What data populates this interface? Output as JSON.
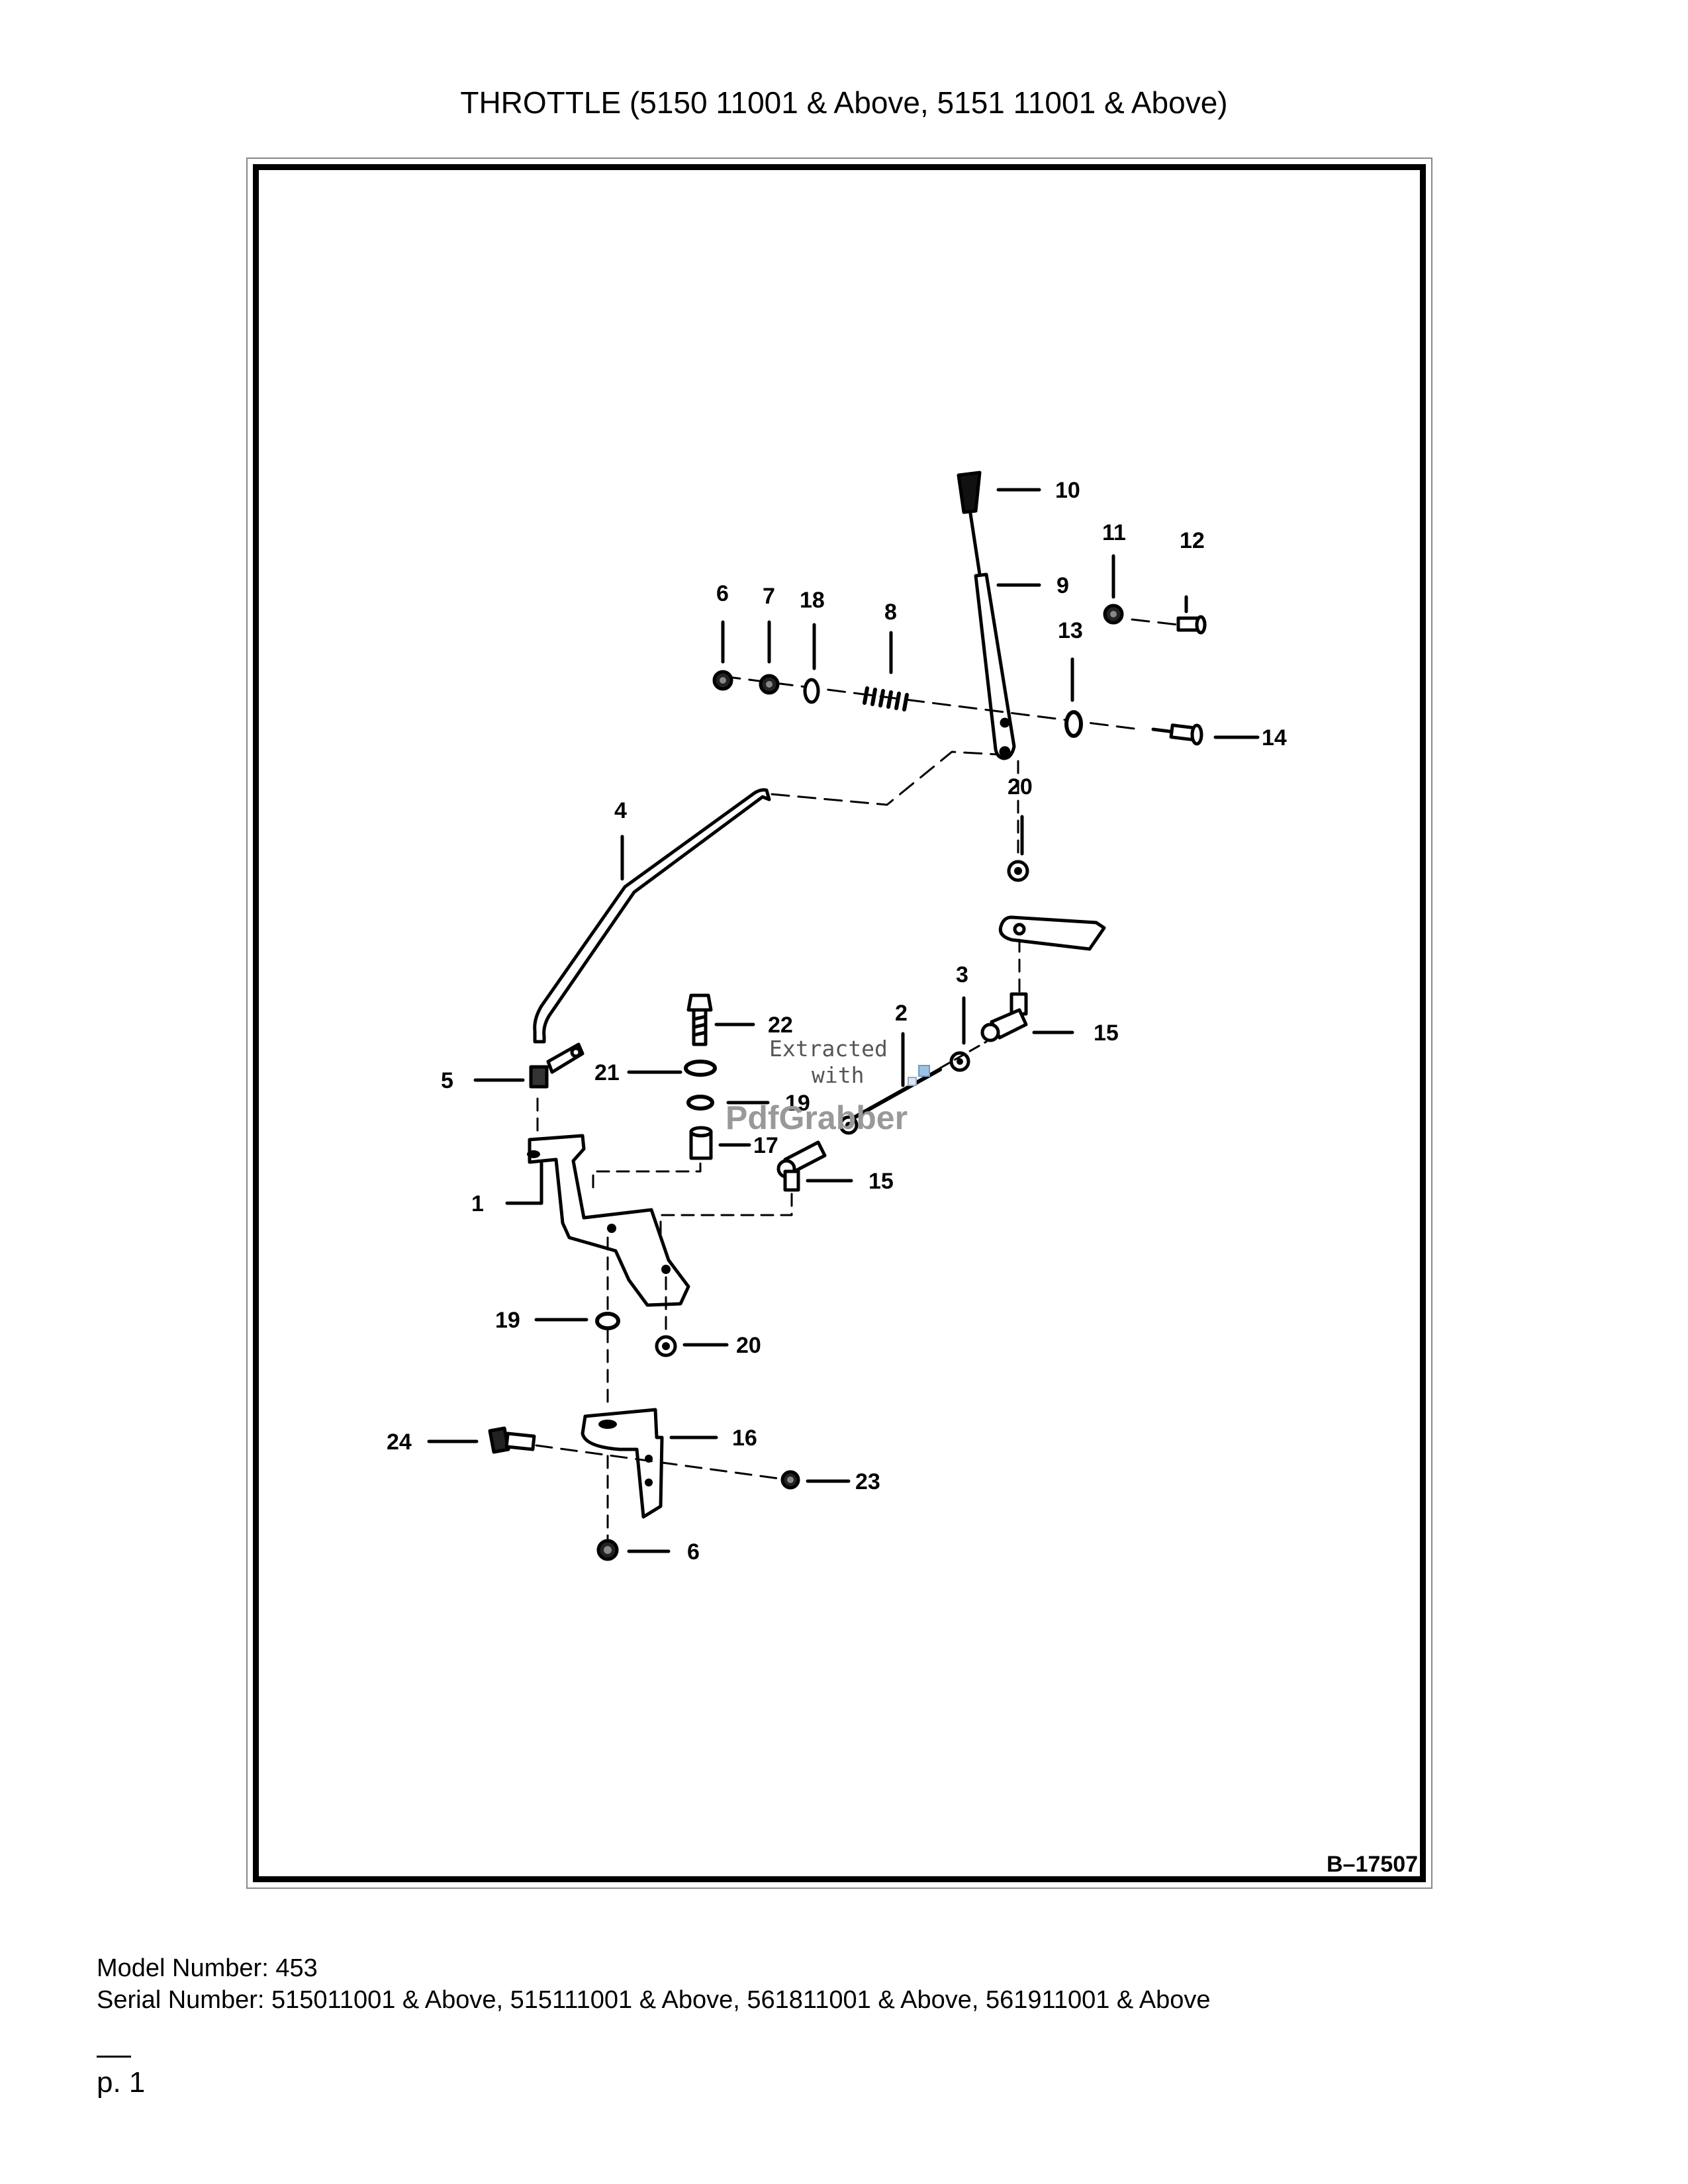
{
  "page": {
    "title": "THROTTLE (5150 11001 & Above, 5151 11001 & Above)",
    "model_number": "Model Number: 453",
    "serial_number": "Serial Number: 515011001 & Above, 515111001 & Above, 561811001 & Above, 561911001 & Above",
    "page_label": "p. 1"
  },
  "diagram": {
    "figure_code": "B–17507",
    "watermark": {
      "line1": "Extracted",
      "line2": "with",
      "brand": "PdfGrabber"
    },
    "callouts": [
      "10",
      "11",
      "12",
      "9",
      "6",
      "7",
      "18",
      "8",
      "13",
      "14",
      "20",
      "4",
      "3",
      "2",
      "22",
      "15",
      "21",
      "5",
      "19",
      "17",
      "1",
      "15",
      "19",
      "20",
      "24",
      "16",
      "23",
      "6"
    ]
  }
}
